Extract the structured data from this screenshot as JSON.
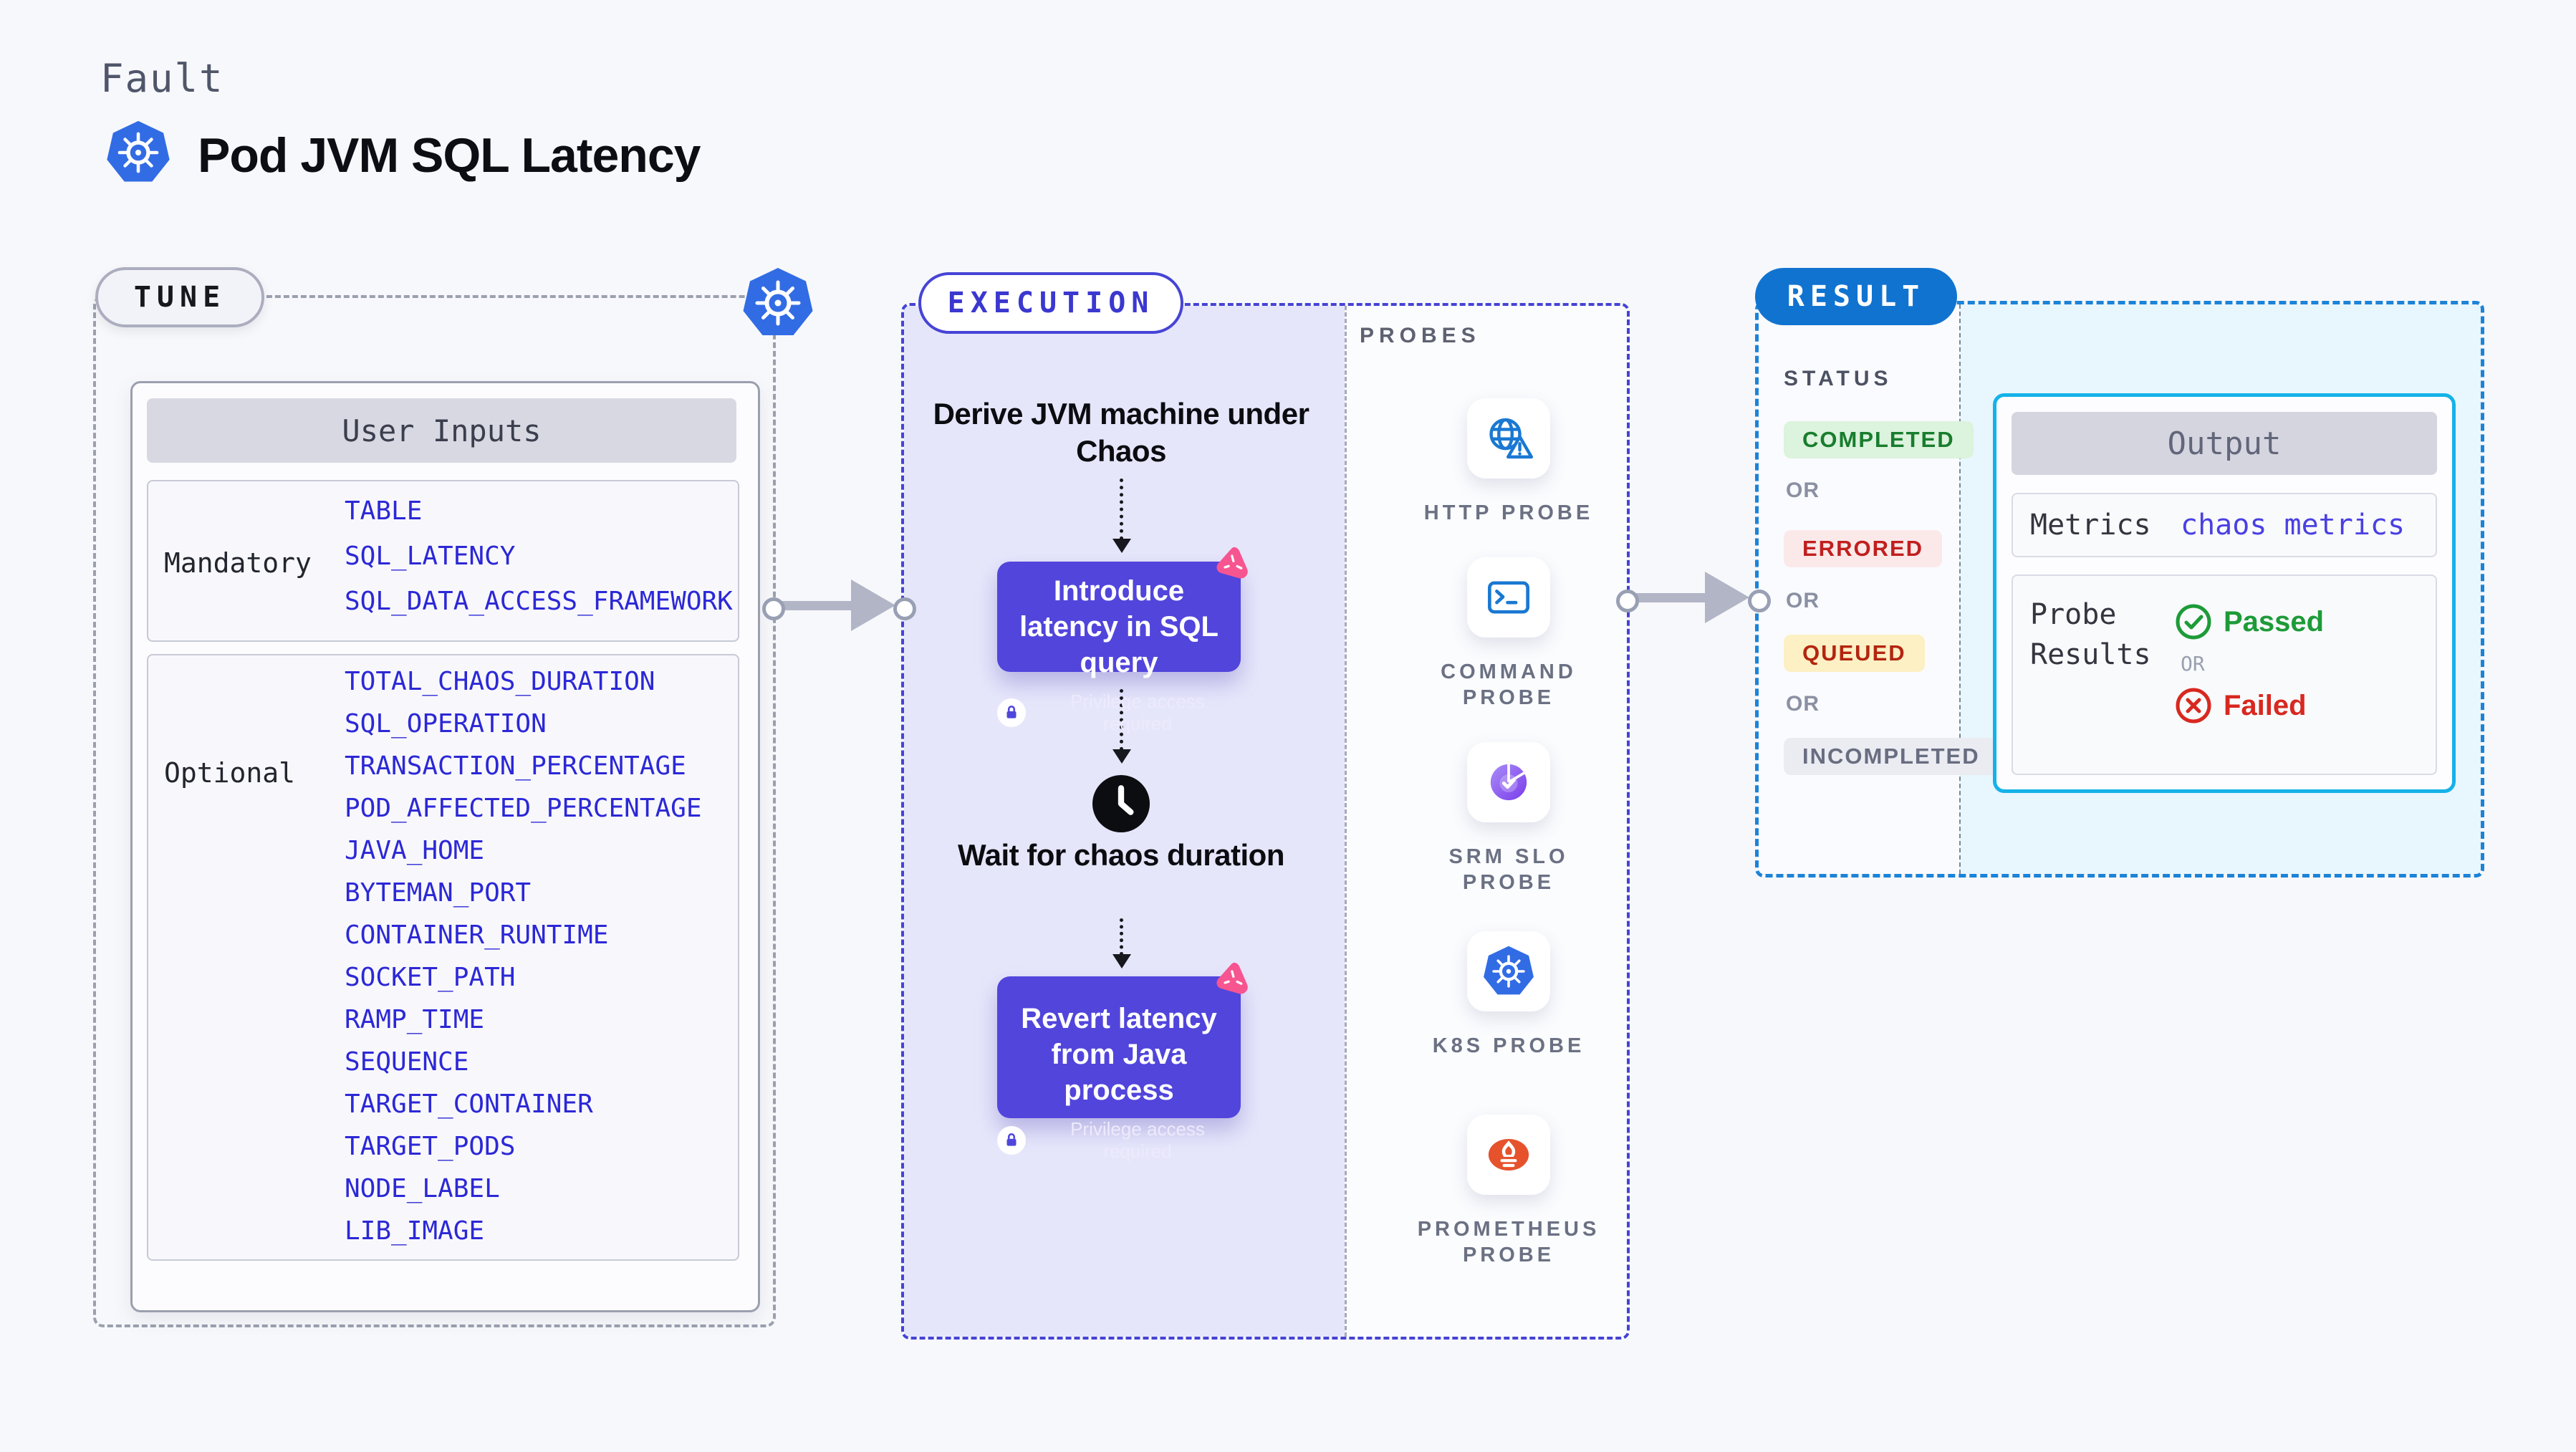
{
  "header": {
    "eyebrow": "Fault",
    "title": "Pod JVM SQL Latency",
    "icon": "kubernetes-icon"
  },
  "tune": {
    "pill": "TUNE",
    "table_header": "User Inputs",
    "mandatory": {
      "label": "Mandatory",
      "items": [
        "TABLE",
        "SQL_LATENCY",
        "SQL_DATA_ACCESS_FRAMEWORK"
      ]
    },
    "optional": {
      "label": "Optional",
      "items": [
        "TOTAL_CHAOS_DURATION",
        "SQL_OPERATION",
        "TRANSACTION_PERCENTAGE",
        "POD_AFFECTED_PERCENTAGE",
        "JAVA_HOME",
        "BYTEMAN_PORT",
        "CONTAINER_RUNTIME",
        "SOCKET_PATH",
        "RAMP_TIME",
        "SEQUENCE",
        "TARGET_CONTAINER",
        "TARGET_PODS",
        "NODE_LABEL",
        "LIB_IMAGE"
      ]
    }
  },
  "execution": {
    "pill": "EXECUTION",
    "derive_step": "Derive JVM machine under Chaos",
    "inject_step": {
      "title": "Introduce latency in SQL query",
      "badge": "Privilege access required"
    },
    "wait_step": "Wait for chaos duration",
    "revert_step": {
      "title": "Revert latency from Java process",
      "badge": "Privilege access required"
    }
  },
  "probes": {
    "label": "PROBES",
    "items": [
      {
        "label": "HTTP PROBE",
        "icon": "globe-warning-icon"
      },
      {
        "label": "COMMAND PROBE",
        "icon": "terminal-icon"
      },
      {
        "label": "SRM SLO PROBE",
        "icon": "slo-gauge-icon"
      },
      {
        "label": "K8S PROBE",
        "icon": "kubernetes-icon"
      },
      {
        "label": "PROMETHEUS PROBE",
        "icon": "prometheus-icon"
      }
    ]
  },
  "result": {
    "pill": "RESULT",
    "status_label": "STATUS",
    "or_label": "OR",
    "statuses": [
      {
        "label": "COMPLETED",
        "color": "#187d2e",
        "bg": "#dcf3dd"
      },
      {
        "label": "ERRORED",
        "color": "#c01f1f",
        "bg": "#fbe9e9"
      },
      {
        "label": "QUEUED",
        "color": "#b3250f",
        "bg": "#fcf0c4"
      },
      {
        "label": "INCOMPLETED",
        "color": "#686d80",
        "bg": "#ebecf2"
      }
    ],
    "output": {
      "header": "Output",
      "metrics_label": "Metrics",
      "metrics_value": "chaos metrics",
      "probe_results_label": "Probe Results",
      "passed": "Passed",
      "or_label": "OR",
      "failed": "Failed"
    }
  },
  "colors": {
    "page_bg": "#f7f8fb",
    "param_blue": "#2c28d6",
    "execution_accent": "#4543d4",
    "execution_bg": "#e6e6fb",
    "chaos_card": "#5145dc",
    "chaos_pink": "#f75590",
    "kubernetes_blue": "#326ce5",
    "probe_icon_blue": "#1a78d2",
    "prometheus_orange": "#e6522c",
    "srm_purple": "#7a3bea",
    "result_blue": "#1173d0",
    "output_border": "#14b2e8",
    "output_bg": "#e8f6fd",
    "passed_green": "#1d9b38",
    "failed_red": "#d8281f"
  }
}
